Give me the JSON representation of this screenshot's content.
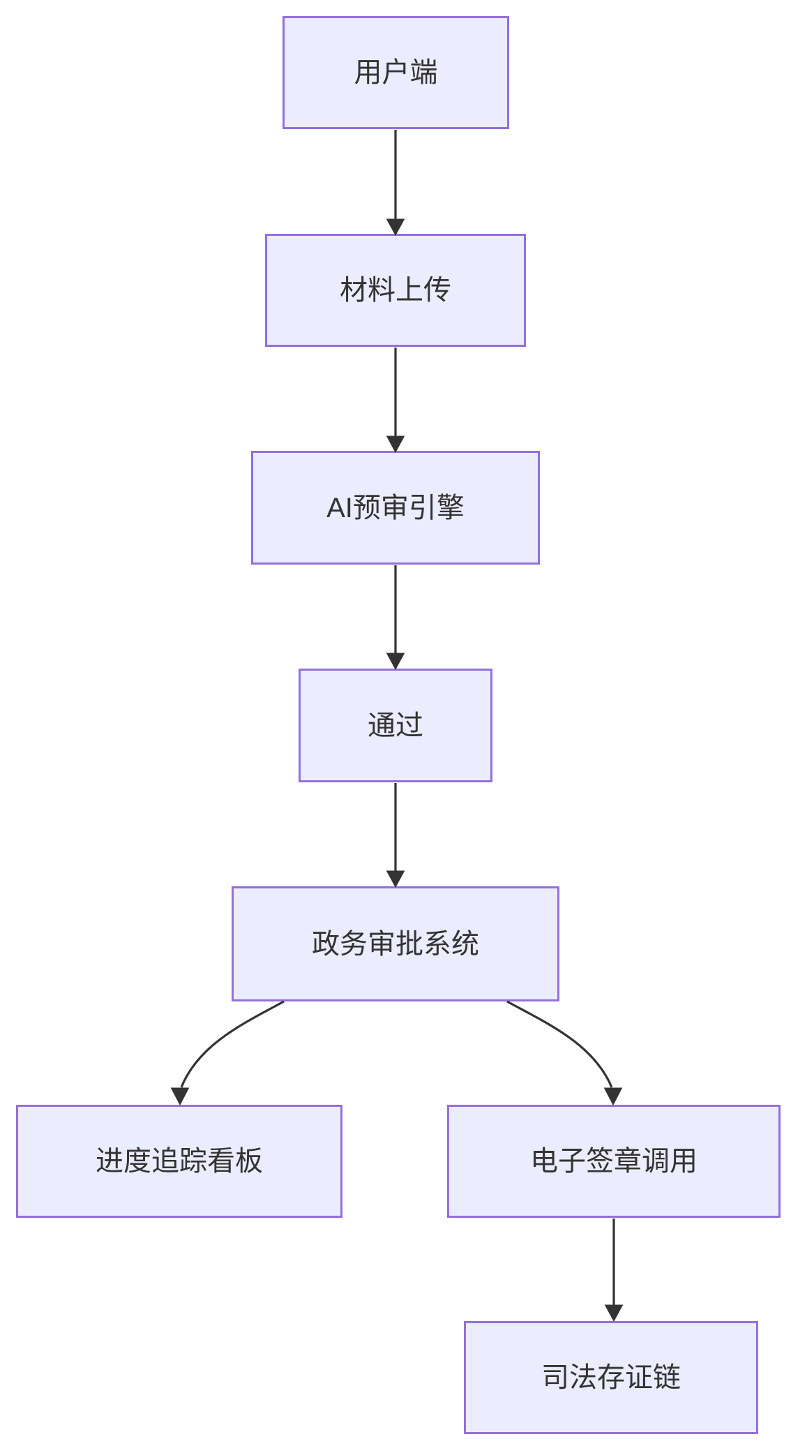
{
  "diagram": {
    "type": "flowchart",
    "direction": "top-down",
    "colors": {
      "background": "#FFFFFF",
      "node_fill": "#ECECFF",
      "node_border": "#9370DB",
      "edge_color": "#333333",
      "text_color": "#333333"
    },
    "nodes": [
      {
        "id": "user",
        "label": "用户端"
      },
      {
        "id": "upload",
        "label": "材料上传"
      },
      {
        "id": "ai",
        "label": "AI预审引擎"
      },
      {
        "id": "pass",
        "label": "通过"
      },
      {
        "id": "gov",
        "label": "政务审批系统"
      },
      {
        "id": "track",
        "label": "进度追踪看板"
      },
      {
        "id": "sign",
        "label": "电子签章调用"
      },
      {
        "id": "chain",
        "label": "司法存证链"
      }
    ],
    "edges": [
      {
        "from": "用户端",
        "to": "材料上传"
      },
      {
        "from": "材料上传",
        "to": "AI预审引擎"
      },
      {
        "from": "AI预审引擎",
        "to": "通过"
      },
      {
        "from": "通过",
        "to": "政务审批系统"
      },
      {
        "from": "政务审批系统",
        "to": "进度追踪看板"
      },
      {
        "from": "政务审批系统",
        "to": "电子签章调用"
      },
      {
        "from": "电子签章调用",
        "to": "司法存证链"
      }
    ]
  }
}
